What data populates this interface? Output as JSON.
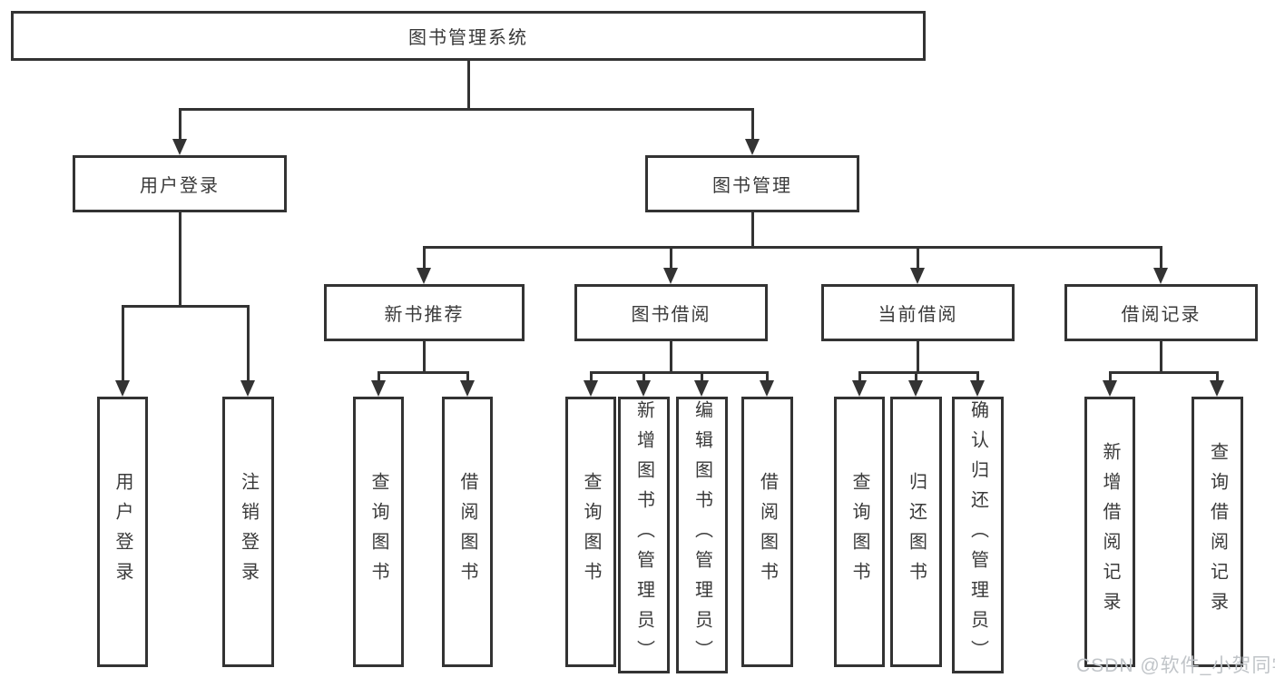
{
  "diagram_type": "hierarchy-tree",
  "tree": {
    "label": "图书管理系统",
    "children": [
      {
        "label": "用户登录",
        "children": [
          {
            "label": "用户登录"
          },
          {
            "label": "注销登录"
          }
        ]
      },
      {
        "label": "图书管理",
        "children": [
          {
            "label": "新书推荐",
            "children": [
              {
                "label": "查询图书"
              },
              {
                "label": "借阅图书"
              }
            ]
          },
          {
            "label": "图书借阅",
            "children": [
              {
                "label": "查询图书"
              },
              {
                "label": "新增图书（管理员）"
              },
              {
                "label": "编辑图书（管理员）"
              },
              {
                "label": "借阅图书"
              }
            ]
          },
          {
            "label": "当前借阅",
            "children": [
              {
                "label": "查询图书"
              },
              {
                "label": "归还图书"
              },
              {
                "label": "确认归还（管理员）"
              }
            ]
          },
          {
            "label": "借阅记录",
            "children": [
              {
                "label": "新增借阅记录"
              },
              {
                "label": "查询借阅记录"
              }
            ]
          }
        ]
      }
    ]
  },
  "watermark": "CSDN @软件_小贺同学",
  "colors": {
    "line": "#333333",
    "text": "#3a3a3a",
    "watermark": "#c0c4c8",
    "background": "#ffffff"
  }
}
